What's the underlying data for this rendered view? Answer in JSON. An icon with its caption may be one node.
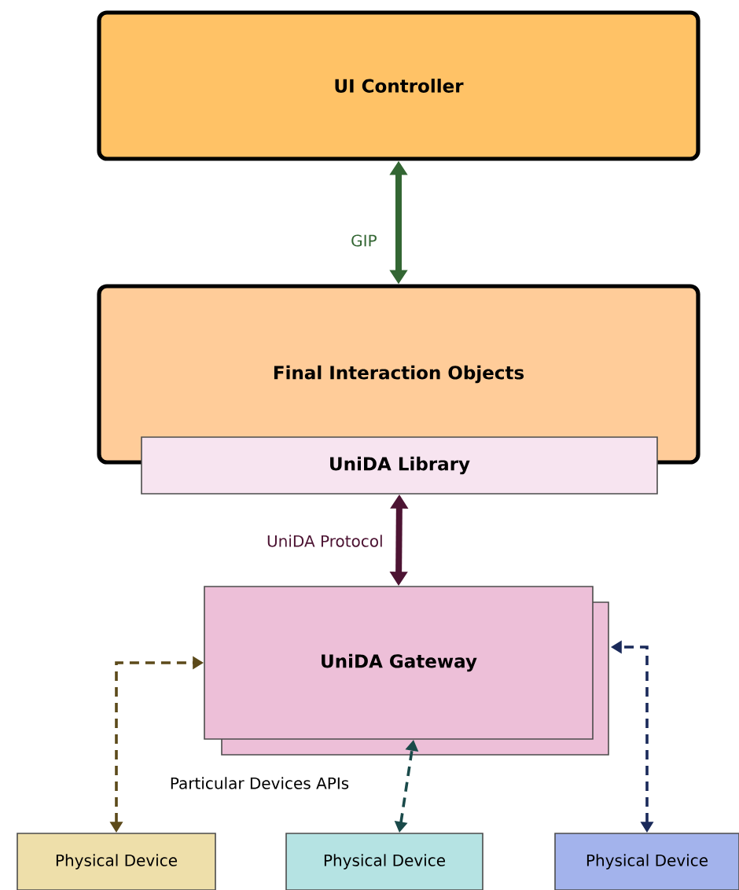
{
  "diagram": {
    "nodes": [
      {
        "text": [
          "UI Controller"
        ]
      },
      {
        "text": [
          "Final Interaction Objects"
        ]
      },
      {
        "text": [
          "UniDA Library"
        ]
      },
      {
        "text": [
          "UniDA Gateway"
        ]
      },
      {
        "text": [
          "Physical Device"
        ]
      },
      {
        "text": [
          "Physical Device"
        ]
      },
      {
        "text": [
          "Physical Device"
        ]
      }
    ],
    "edges": [
      {
        "from": 0,
        "to": 1,
        "arrow": "both",
        "label": "GIP",
        "style": "thick",
        "color": "#336633"
      },
      {
        "from": 2,
        "to": 3,
        "arrow": "both",
        "label": "UniDA Protocol",
        "style": "thick",
        "color": "#4d1433"
      },
      {
        "from": 4,
        "to": 3,
        "arrow": "both",
        "style": "dashed",
        "color": "#5c4a1a"
      },
      {
        "from": 5,
        "to": 3,
        "arrow": "both",
        "style": "dashed",
        "color": "#1a4a4a"
      },
      {
        "from": 6,
        "to": 3,
        "arrow": "both",
        "style": "dashed",
        "color": "#1a2a5a"
      }
    ],
    "labels": [
      "Particular Devices APIs"
    ]
  }
}
